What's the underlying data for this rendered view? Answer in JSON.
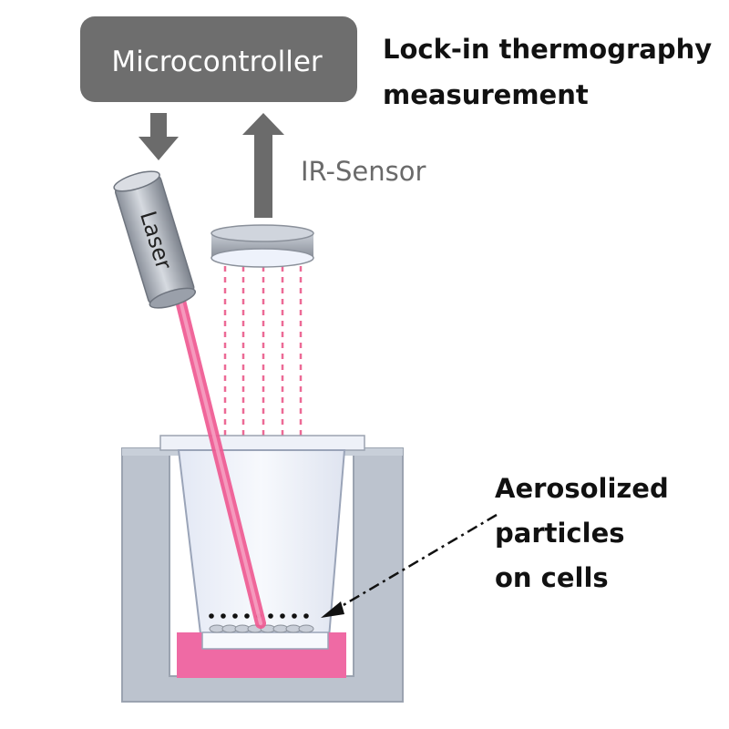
{
  "diagram": {
    "microcontroller_label": "Microcontroller",
    "heading_line1": "Lock-in thermography",
    "heading_line2": "measurement",
    "ir_sensor_label": "IR-Sensor",
    "laser_label": "Laser",
    "particles_line1": "Aerosolized",
    "particles_line2": "particles",
    "particles_line3": "on cells"
  },
  "colors": {
    "box_fill": "#6e6e6e",
    "arrow_fill": "#6b6b6b",
    "laser_beam": "#ef5a92",
    "medium": "#ef6aa4",
    "plate": "#bcc3ce",
    "text_dark": "#111111",
    "text_gray": "#6a6a6a"
  }
}
